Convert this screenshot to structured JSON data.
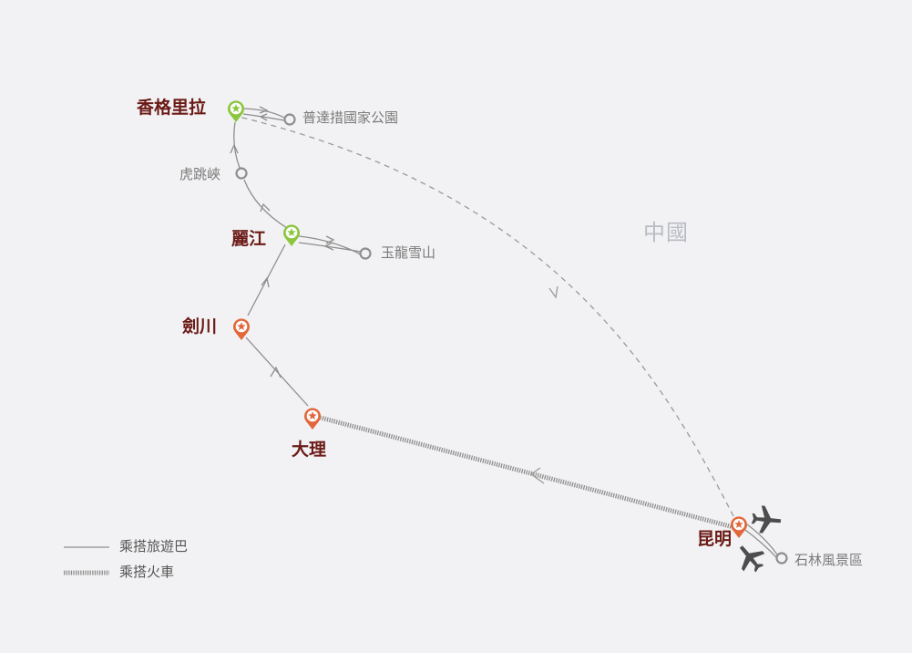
{
  "map": {
    "country_label": "中國",
    "cities": {
      "shangrila": "香格里拉",
      "lijiang": "麗江",
      "jianchuan": "劍川",
      "dali": "大理",
      "kunming": "昆明"
    },
    "attractions": {
      "pudacuo": "普達措國家公園",
      "tiger_leaping": "虎跳峽",
      "jade_dragon": "玉龍雪山",
      "stone_forest": "石林風景區"
    },
    "colors": {
      "pin_green": "#8cc63f",
      "pin_orange": "#e2673a",
      "route_line": "#8e8e8e",
      "flight_dash": "#9a9a9a",
      "city_text": "#6b1a16",
      "plane": "#4d4d4d"
    }
  },
  "legend": {
    "bus_label": "乘搭旅遊巴",
    "train_label": "乘搭火車"
  }
}
